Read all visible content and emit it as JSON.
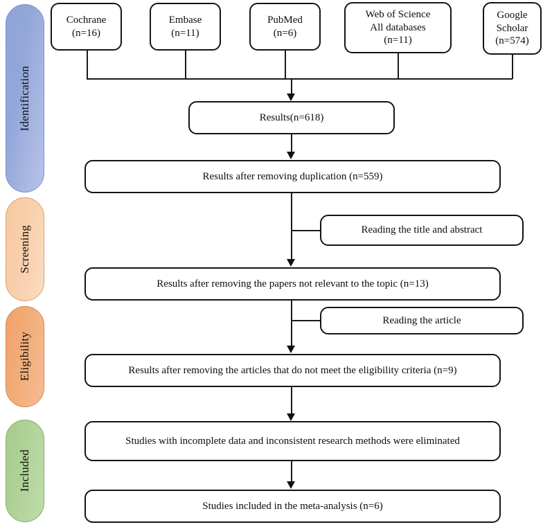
{
  "diagram": {
    "title": "PRISMA study selection flow diagram",
    "type": "prisma-flow"
  },
  "stages": [
    {
      "id": "identification",
      "label": "Identification",
      "color": "#9aaedd"
    },
    {
      "id": "screening",
      "label": "Screening",
      "color": "#f8cfab"
    },
    {
      "id": "eligibility",
      "label": "Eligibility",
      "color": "#f2ad79"
    },
    {
      "id": "included",
      "label": "Included",
      "color": "#b0d298"
    }
  ],
  "sources": [
    {
      "id": "cochrane",
      "name": "Cochrane",
      "count_text": "(n=16)",
      "n": 16,
      "text": "Cochrane\n(n=16)"
    },
    {
      "id": "embase",
      "name": "Embase",
      "count_text": "(n=11)",
      "n": 11,
      "text": "Embase\n(n=11)"
    },
    {
      "id": "pubmed",
      "name": "PubMed",
      "count_text": "(n=6)",
      "n": 6,
      "text": "PubMed\n(n=6)"
    },
    {
      "id": "web-of-science",
      "name": "Web of Science All databases",
      "count_text": "(n=11)",
      "n": 11,
      "text": "Web of Science\nAll databases\n(n=11)"
    },
    {
      "id": "google-scholar",
      "name": "Google Scholar",
      "count_text": "(n=574)",
      "n": 574,
      "text": "Google\nScholar\n(n=574)"
    }
  ],
  "flow": {
    "results": "Results(n=618)",
    "results_n": 618,
    "after_duplication": "Results after removing duplication (n=559)",
    "after_duplication_n": 559,
    "not_relevant": "Results after removing the papers not relevant to the topic (n=13)",
    "not_relevant_n": 13,
    "eligibility_criteria": "Results after removing the articles that do not meet the eligibility criteria (n=9)",
    "eligibility_criteria_n": 9,
    "eliminated": "Studies with incomplete data and inconsistent research methods were eliminated",
    "included": "Studies included in the meta-analysis (n=6)",
    "included_n": 6
  },
  "side_notes": {
    "reading_title": "Reading the title and abstract",
    "reading_article": "Reading the article"
  }
}
